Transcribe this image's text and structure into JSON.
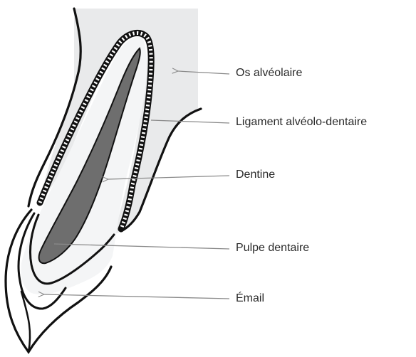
{
  "labels": {
    "os_alveolaire": "Os alvéolaire",
    "ligament": "Ligament alvéolo-dentaire",
    "dentine": "Dentine",
    "pulpe": "Pulpe dentaire",
    "email": "Émail"
  },
  "colors": {
    "bone_fill": "#e9eaeb",
    "dentine_fill": "#f4f5f6",
    "pulp_fill": "#6e6e6e",
    "outline": "#111111",
    "leader_line": "#8a8a8a",
    "label_text": "#2a2a2a"
  }
}
